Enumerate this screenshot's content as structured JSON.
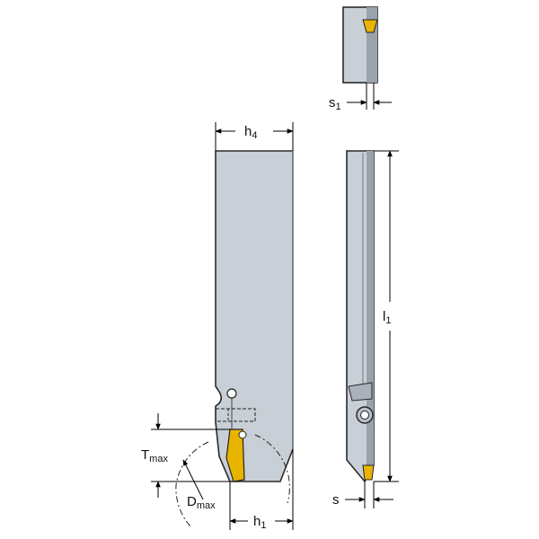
{
  "labels": {
    "s1": {
      "main": "s",
      "sub": "1"
    },
    "h4": {
      "main": "h",
      "sub": "4"
    },
    "l1": {
      "main": "l",
      "sub": "1"
    },
    "tmax": {
      "main": "T",
      "sub": "max"
    },
    "dmax": {
      "main": "D",
      "sub": "max"
    },
    "h1": {
      "main": "h",
      "sub": "1"
    },
    "s": {
      "main": "s"
    }
  },
  "colors": {
    "body": "#c9cfd6",
    "body_dark": "#9aa3ac",
    "insert": "#e9b400",
    "line": "#000000"
  }
}
